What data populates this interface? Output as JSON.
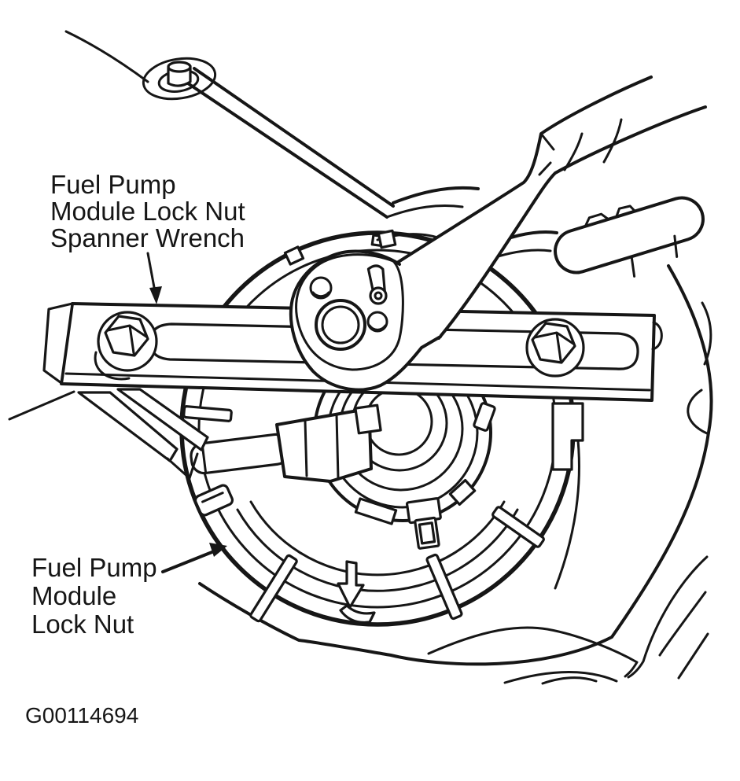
{
  "figure": {
    "code": "G00114694",
    "colors": {
      "background": "#ffffff",
      "line": "#161616"
    },
    "callouts": {
      "spanner_wrench": {
        "lines": [
          "Fuel Pump",
          "Module Lock Nut",
          "Spanner Wrench"
        ]
      },
      "lock_nut": {
        "lines": [
          "Fuel Pump",
          "Module",
          "Lock Nut"
        ]
      }
    }
  }
}
